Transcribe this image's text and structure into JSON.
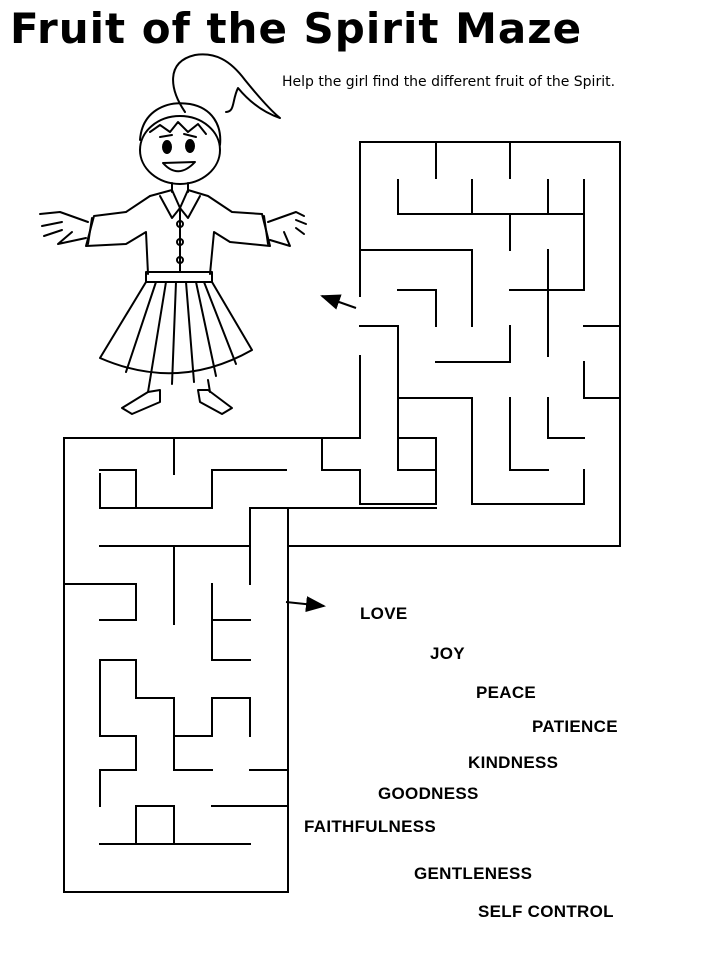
{
  "title": "Fruit of the Spirit Maze",
  "subtitle": "Help the girl find the different fruit of the Spirit.",
  "fruits": [
    "LOVE",
    "JOY",
    "PEACE",
    "PATIENCE",
    "KINDNESS",
    "GOODNESS",
    "FAITHFULNESS",
    "GENTLENESS",
    "SELF CONTROL"
  ],
  "colors": {
    "ink": "#000000",
    "background": "#ffffff"
  },
  "icons": {
    "girl": "girl-illustration",
    "start_arrow": "arrow-right-icon",
    "finish_arrow": "arrow-left-icon"
  }
}
